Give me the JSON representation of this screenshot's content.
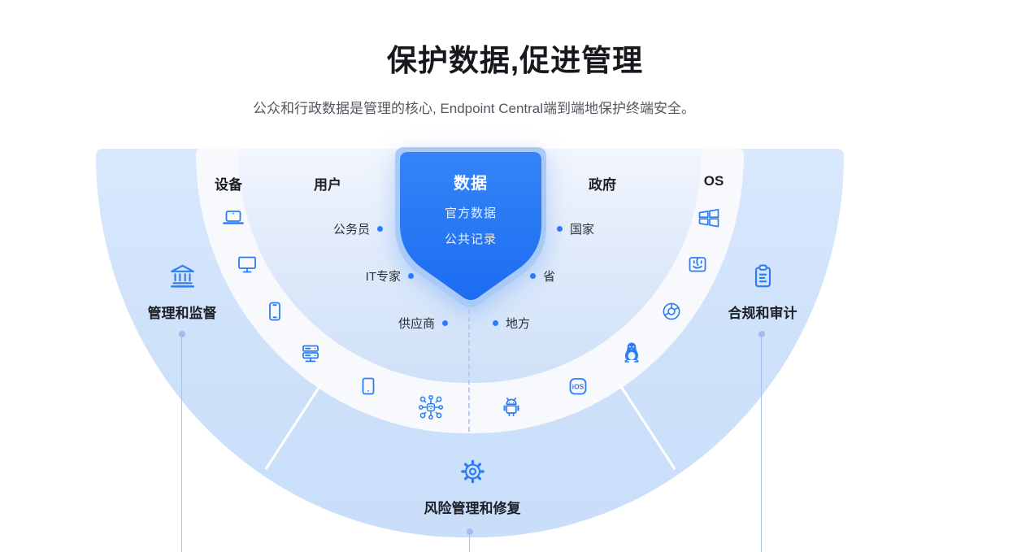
{
  "header": {
    "title": "保护数据,促进管理",
    "subtitle": "公众和行政数据是管理的核心, Endpoint Central端到端地保护终端安全。"
  },
  "diagram": {
    "shield": {
      "title": "数据",
      "items": [
        "官方数据",
        "公共记录"
      ]
    },
    "ring_headers": {
      "devices": "设备",
      "users": "用户",
      "government": "政府",
      "os": "OS"
    },
    "users": [
      "公务员",
      "IT专家",
      "供应商"
    ],
    "government": [
      "国家",
      "省",
      "地方"
    ],
    "outer_sections": {
      "left": {
        "icon": "bank-icon",
        "label": "管理和监督"
      },
      "right": {
        "icon": "clipboard-icon",
        "label": "合规和审计"
      },
      "bottom": {
        "icon": "gear-icon",
        "label": "风险管理和修复"
      }
    },
    "device_icons": [
      "laptop-icon",
      "monitor-icon",
      "smartphone-icon",
      "server-icon",
      "tablet-icon",
      "iot-network-icon"
    ],
    "os_icons": [
      "windows-icon",
      "macos-icon",
      "chrome-icon",
      "linux-icon",
      "ios-icon",
      "android-icon"
    ]
  },
  "colors": {
    "accent_blue": "#2b7cf5",
    "shield_fill": "#2478f4",
    "shield_border": "#a9c9f8",
    "outer_ring": "#d0e3fb",
    "mid_ring": "#f7f9fc",
    "inner_disc": "#dbe7f9",
    "connector": "#a3bced",
    "heading_text": "#16181d",
    "body_text": "#53575e"
  }
}
